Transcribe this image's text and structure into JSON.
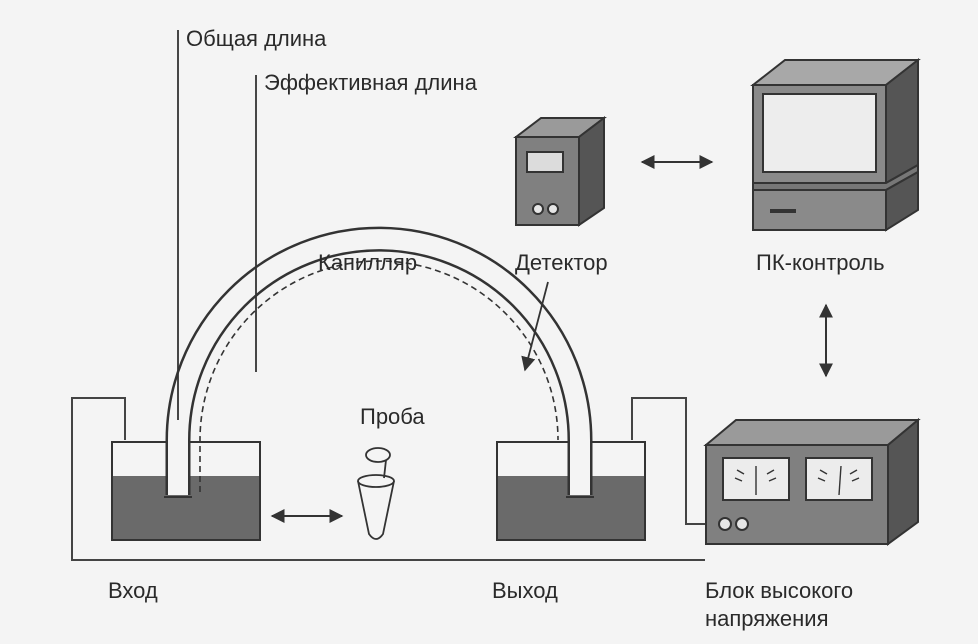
{
  "labels": {
    "total_length": "Общая длина",
    "effective_length": "Эффективная длина",
    "capillary": "Капилляр",
    "detector": "Детектор",
    "pc_control": "ПК-контроль",
    "sample": "Проба",
    "inlet": "Вход",
    "outlet": "Выход",
    "hv_line1": "Блок высокого",
    "hv_line2": "напряжения"
  }
}
